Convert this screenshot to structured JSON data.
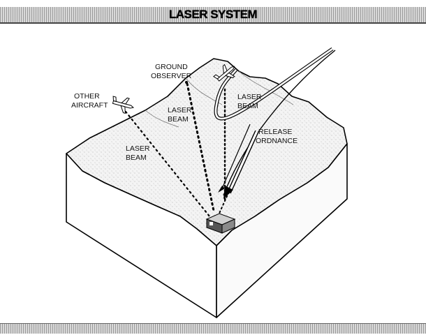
{
  "title": "LASER SYSTEM",
  "labels": {
    "ground_observer": [
      "GROUND",
      "OBSERVER"
    ],
    "other_aircraft": [
      "OTHER",
      "AIRCRAFT"
    ],
    "laser_beam_left": [
      "LASER",
      "BEAM"
    ],
    "laser_beam_center": [
      "LASER",
      "BEAM"
    ],
    "laser_beam_right": [
      "LASER",
      "BEAM"
    ],
    "release_ordnance": [
      "RELEASE",
      "ORDNANCE"
    ]
  },
  "colors": {
    "terrain": "#eeeeee",
    "terrain_side": "#ffffff",
    "line": "#000000",
    "band": "#d9d9d9"
  }
}
